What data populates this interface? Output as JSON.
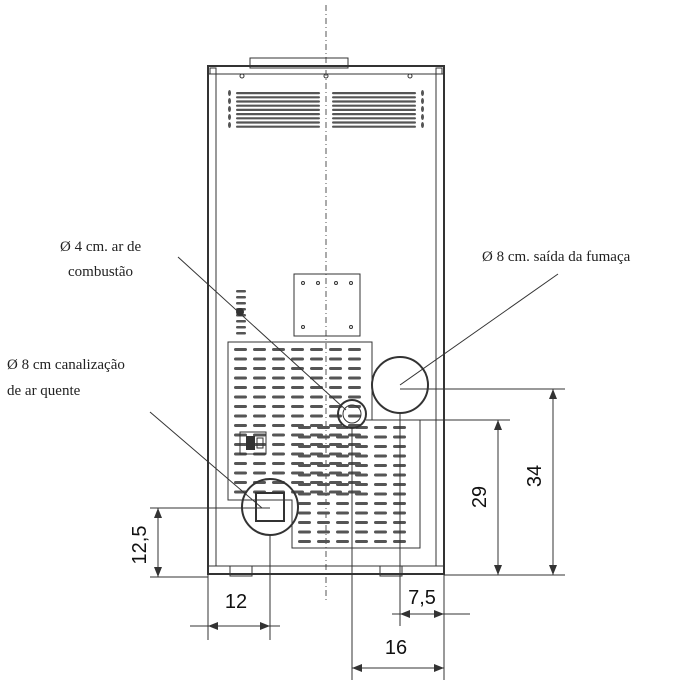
{
  "callouts": {
    "combustion_line1": "Ø 4 cm. ar de",
    "combustion_line2": "combustão",
    "smoke": "Ø 8 cm. saída da fumaça",
    "hot_air_line1": "Ø 8 cm canalização",
    "hot_air_line2": "de ar quente"
  },
  "dimensions": {
    "hot_air_height": "12,5",
    "hot_air_offset": "12",
    "combustion_height": "29",
    "smoke_height": "34",
    "smoke_right_offset": "7,5",
    "combustion_offset": "16"
  },
  "colors": {
    "line": "#333333",
    "background": "#ffffff"
  }
}
